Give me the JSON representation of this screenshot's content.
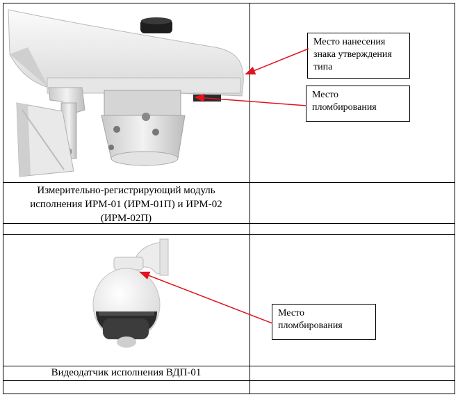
{
  "rows": [
    {
      "caption_lines": [
        "Измерительно-регистрирующий модуль",
        "исполнения ИРМ-01 (ИРМ-01П) и ИРМ-02",
        "(ИРМ-02П)"
      ],
      "callouts": [
        {
          "lines": [
            "Место нанесения",
            "знака утверждения",
            "типа"
          ]
        },
        {
          "lines": [
            "Место",
            "пломбирования"
          ]
        }
      ]
    },
    {
      "caption_lines": [
        "Видеодатчик исполнения ВДП-01"
      ],
      "callouts": [
        {
          "lines": [
            "Место",
            "пломбирования"
          ]
        }
      ]
    }
  ],
  "colors": {
    "arrow": "#e0141e",
    "border": "#000000"
  }
}
